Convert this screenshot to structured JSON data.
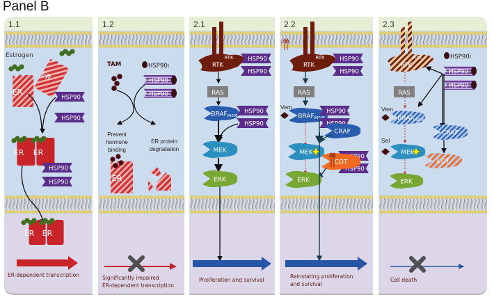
{
  "title": "Panel B",
  "colors": {
    "top_band": "#e6eed6",
    "cytoplasm": "#ccdcef",
    "nucleus": "#ddd6e9",
    "lipid_head": "#e8d36a",
    "lipid_tail": "#8a93a0",
    "er_red": "#c8242a",
    "hsp90_purple": "#5a2d8a",
    "rtk_brown": "#6e1d0c",
    "ras_gray": "#7f7f7f",
    "braf_blue": "#2a5cae",
    "mek_teal": "#2b8fbf",
    "erk_green": "#78a833",
    "cot_orange": "#f26a22",
    "arrow_blue": "#2856a6",
    "estrogen_green": "#3f6e1f",
    "x_gray": "#505050",
    "label_brown": "#5a1a10"
  },
  "panels": [
    {
      "id": "1.1",
      "labels": {
        "estrogen": "Estrogen",
        "er": "ER",
        "hsp90": "HSP90",
        "outcome": "ER-dependent  transcription"
      }
    },
    {
      "id": "1.2",
      "labels": {
        "tam": "TAM",
        "hsp90i": "HSP90i",
        "hsp90": "HSP90",
        "prevent_l1": "Prevent",
        "prevent_l2": "hormone",
        "prevent_l3": "binding",
        "degrade_l1": "ER protein",
        "degrade_l2": "degradation",
        "er": "ER",
        "outcome_l1": "Significantly impaired",
        "outcome_l2": "ER-dependent  transcription"
      }
    },
    {
      "id": "2.1",
      "labels": {
        "rtk": "RTK",
        "rtk2": "RTK",
        "hsp90": "HSP90",
        "ras": "RAS",
        "braf": "BRAF",
        "braf_sub": "V600E",
        "mek": "MEK",
        "erk": "ERK",
        "outcome": "Proliferation and survival"
      }
    },
    {
      "id": "2.2",
      "labels": {
        "rtk": "RTK",
        "rtk2": "RTK",
        "hsp90": "HSP90",
        "ras": "RAS",
        "vem": "Vem",
        "braf": "BRAF",
        "braf_sub": "V600E",
        "craf": "CRAF",
        "mek": "MEK",
        "cot": "COT",
        "erk": "ERK",
        "outcome_l1": "Reinstating proliferation",
        "outcome_l2": "and survival"
      }
    },
    {
      "id": "2.3",
      "labels": {
        "rtk": "RTK",
        "rtk2": "RTK",
        "hsp90i": "HSP90i",
        "hsp90": "HSP90",
        "ras": "RAS",
        "vem": "Vem",
        "braf": "BRAF",
        "braf_sub": "V600E",
        "craf": "CRAF",
        "sel": "Sel",
        "mek": "MEK",
        "cot": "COT",
        "erk": "ERK",
        "outcome": "Cell death"
      }
    }
  ]
}
